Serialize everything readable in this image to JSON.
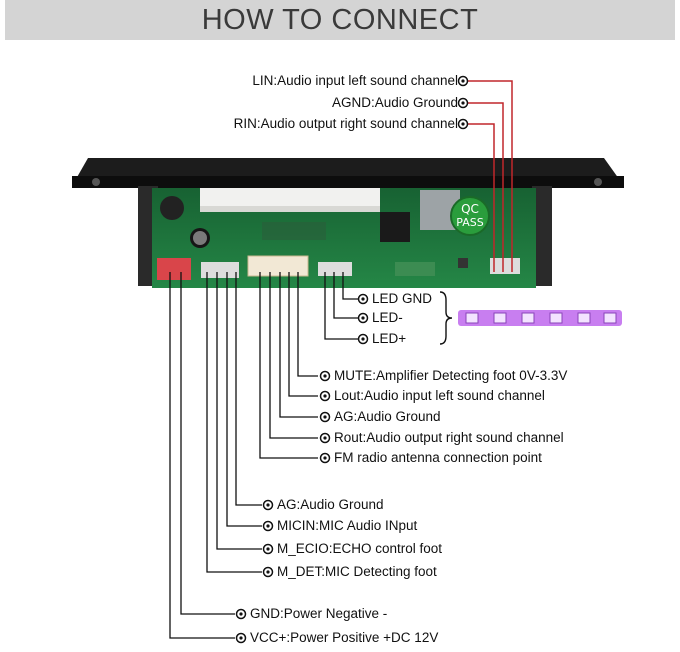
{
  "title": "HOW TO CONNECT",
  "board": {
    "badge_line1": "QC",
    "badge_line2": "PASS"
  },
  "top_pins": [
    {
      "label": "LIN:Audio input left sound channel"
    },
    {
      "label": "AGND:Audio Ground"
    },
    {
      "label": "RIN:Audio output right sound channel"
    }
  ],
  "led_pins": [
    {
      "label": "LED GND"
    },
    {
      "label": "LED-"
    },
    {
      "label": "LED+"
    }
  ],
  "amp_pins": [
    {
      "label": "MUTE:Amplifier Detecting foot 0V-3.3V"
    },
    {
      "label": "Lout:Audio input left sound channel"
    },
    {
      "label": "AG:Audio Ground"
    },
    {
      "label": "Rout:Audio output right sound channel"
    },
    {
      "label": "FM radio antenna connection point"
    }
  ],
  "mic_pins": [
    {
      "label": "AG:Audio Ground"
    },
    {
      "label": "MICIN:MIC Audio INput"
    },
    {
      "label": "M_ECIO:ECHO control foot"
    },
    {
      "label": "M_DET:MIC Detecting foot"
    }
  ],
  "power_pins": [
    {
      "label": "GND:Power Negative -"
    },
    {
      "label": "VCC+:Power Positive +DC 12V"
    }
  ],
  "colors": {
    "wire_red": "#c0262b",
    "wire_black": "#111111",
    "pcb_green": "#1f7a3f",
    "led_purple": "#c87ef0"
  }
}
